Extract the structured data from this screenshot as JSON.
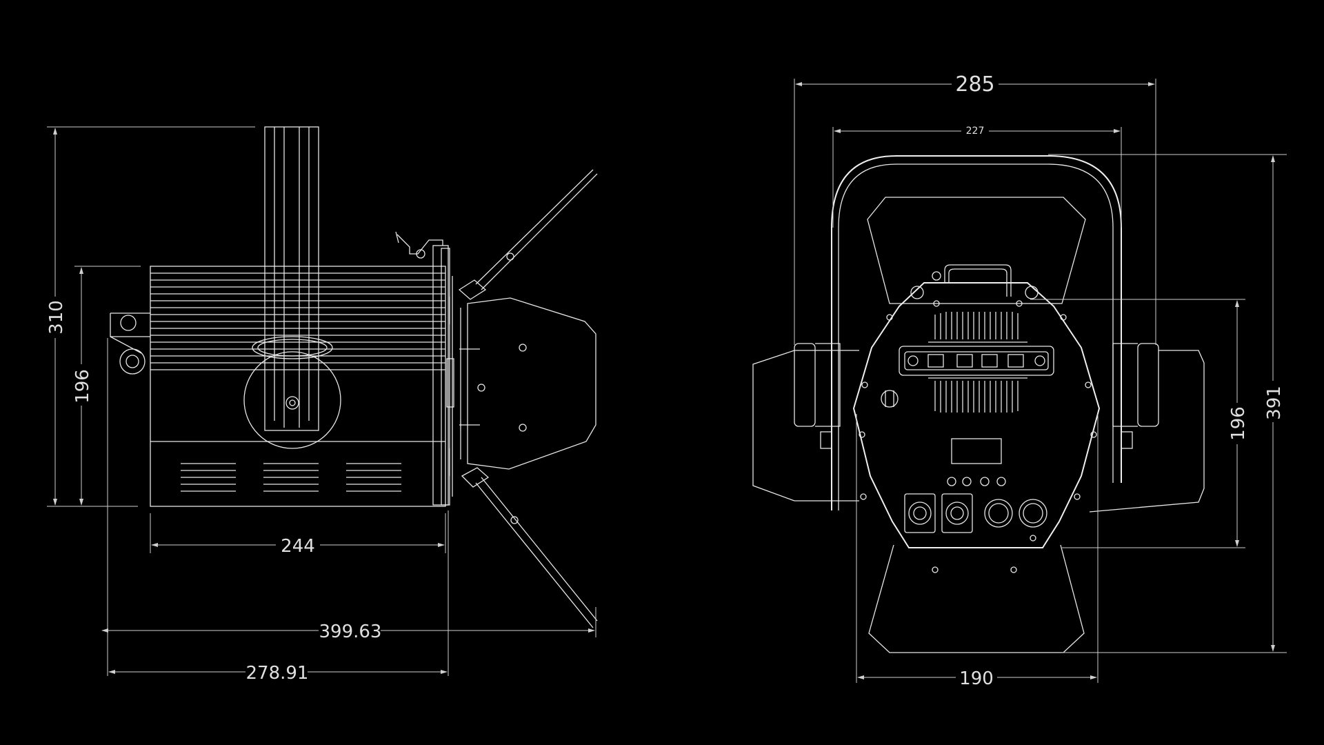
{
  "dimensions": {
    "side_height_total": "310",
    "side_height_body": "196",
    "side_body_width": "244",
    "side_total_width": "399.63",
    "side_base_width": "278.91",
    "front_total_width": "285",
    "front_inner_width": "227",
    "front_height_total": "391",
    "front_height_body": "196",
    "front_base_width": "190"
  },
  "colors": {
    "background": "#000000",
    "line": "#e8e8e8"
  }
}
